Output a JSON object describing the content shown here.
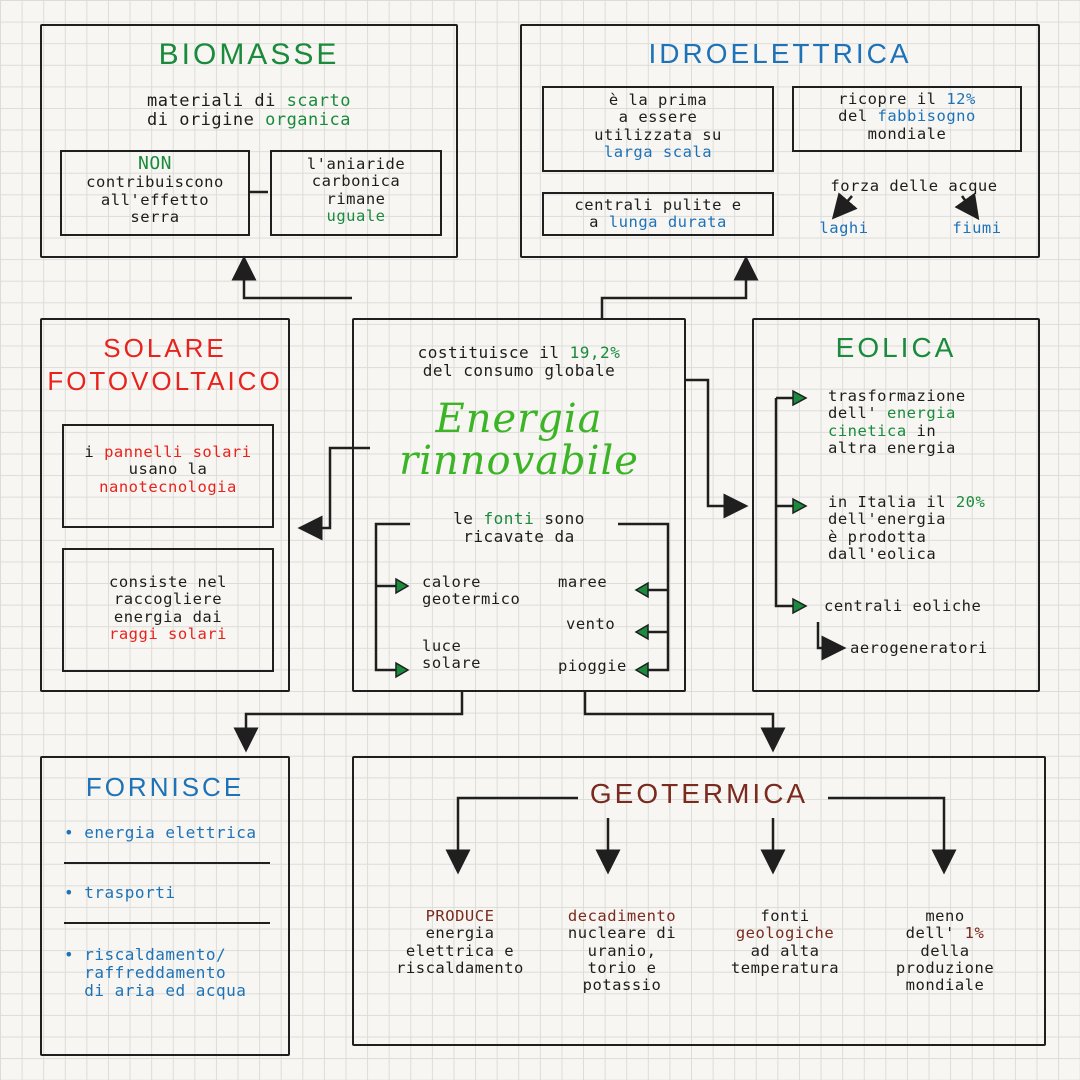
{
  "colors": {
    "ink": "#1f1f1f",
    "green": "#1a8a3c",
    "blue": "#1d72b8",
    "red": "#e8231d",
    "brown": "#7a2a1e",
    "title_green": "#3bb526"
  },
  "center": {
    "line1": "costituisce il ",
    "pct": "19,2%",
    "line2": "del consumo globale",
    "title1": "Energia",
    "title2": "rinnovabile",
    "fonti_pre": "le ",
    "fonti_word": "fonti",
    "fonti_post": " sono",
    "fonti_line2": "ricavate da",
    "left_items": [
      "calore",
      "geotermico",
      "luce",
      "solare"
    ],
    "right_items": [
      "maree",
      "vento",
      "pioggie"
    ]
  },
  "biomasse": {
    "title": "BIOMASSE",
    "desc1_pre": "materiali di ",
    "desc1_word": "scarto",
    "desc2_pre": "di origine ",
    "desc2_word": "organica",
    "box1": {
      "word": "NON",
      "l1": "contribuiscono",
      "l2": "all'effetto",
      "l3": "serra"
    },
    "box2": {
      "l1": "l'aniaride",
      "l2": "carbonica",
      "l3": "rimane",
      "word": "uguale"
    }
  },
  "idro": {
    "title": "IDROELETTRICA",
    "box1": {
      "l1": "è la prima",
      "l2": "a essere",
      "l3": "utilizzata su",
      "word": "larga scala"
    },
    "box2": {
      "l1_pre": "ricopre il ",
      "pct": "12%",
      "l2_pre": "del ",
      "word": "fabbisogno",
      "l3": "mondiale"
    },
    "box3": {
      "l1": "centrali pulite e",
      "l2_pre": "a ",
      "word": "lunga durata"
    },
    "forza": "forza delle acque",
    "laghi": "laghi",
    "fiumi": "fiumi"
  },
  "solare": {
    "title1": "SOLARE",
    "title2": "FOTOVOLTAICO",
    "box1": {
      "l1_pre": "i ",
      "word1": "pannelli solari",
      "l2": "usano la",
      "word2": "nanotecnologia"
    },
    "box2": {
      "l1": "consiste nel",
      "l2": "raccogliere",
      "l3": "energia dai",
      "word": "raggi solari"
    }
  },
  "eolica": {
    "title": "EOLICA",
    "item1": {
      "l1": "trasformazione",
      "l2_pre": "dell' ",
      "word1": "energia",
      "word2": "cinetica",
      "l3_post": " in",
      "l4": "altra energia"
    },
    "item2": {
      "l1_pre": "in Italia il ",
      "pct": "20%",
      "l2": "dell'energia",
      "l3": "è prodotta",
      "l4": "dall'eolica"
    },
    "item3": "centrali eoliche",
    "item4": "aerogeneratori"
  },
  "fornisce": {
    "title": "FORNISCE",
    "items": [
      "energia elettrica",
      "trasporti",
      "riscaldamento/",
      "raffreddamento",
      "di aria ed acqua"
    ]
  },
  "geotermica": {
    "title": "GEOTERMICA",
    "col1": {
      "word": "PRODUCE",
      "l1": "energia",
      "l2": "elettrica e",
      "l3": "riscaldamento"
    },
    "col2": {
      "word": "decadimento",
      "l1": "nucleare di",
      "l2": "uranio,",
      "l3": "torio e",
      "l4": "potassio"
    },
    "col3": {
      "l1": "fonti",
      "word": "geologiche",
      "l2": "ad alta",
      "l3": "temperatura"
    },
    "col4": {
      "l1": "meno",
      "l2_pre": "dell' ",
      "pct": "1%",
      "l3": "della",
      "l4": "produzione",
      "l5": "mondiale"
    }
  }
}
